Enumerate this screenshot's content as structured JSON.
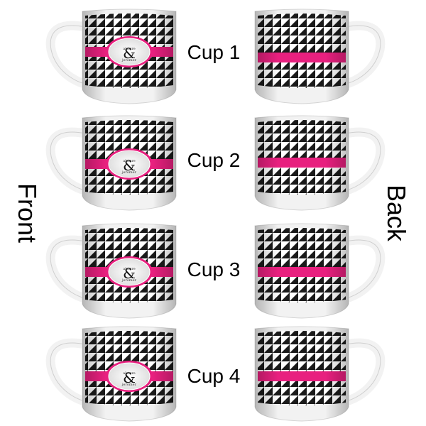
{
  "labels": {
    "front": "Front",
    "back": "Back"
  },
  "cups": [
    {
      "label": "Cup 1",
      "monogram": {
        "line1": "alstare",
        "ampersand": "&",
        "line2": "jeromer"
      }
    },
    {
      "label": "Cup 2",
      "monogram": {
        "line1": "alstare",
        "ampersand": "&",
        "line2": "jeromer"
      }
    },
    {
      "label": "Cup 3",
      "monogram": {
        "line1": "alstare",
        "ampersand": "&",
        "line2": "jeromer"
      }
    },
    {
      "label": "Cup 4",
      "monogram": {
        "line1": "alstare",
        "ampersand": "&",
        "line2": "jeromer"
      }
    }
  ],
  "colors": {
    "band": "#e8207f",
    "houndstooth_dark": "#1a1a1a",
    "houndstooth_light": "#ffffff",
    "ceramic": "#f2f2f2"
  }
}
